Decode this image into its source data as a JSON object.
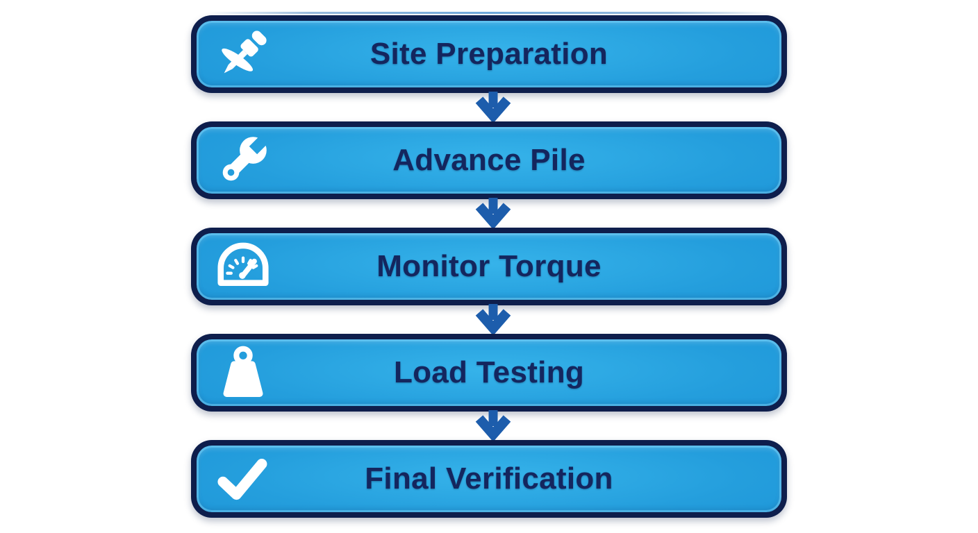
{
  "page": {
    "background": "#ffffff",
    "title": ""
  },
  "colors": {
    "box_border": "#0e1e4c",
    "box_fill_center": "#36b3ea",
    "box_fill_edge": "#1277bd",
    "inner_highlight": "#6ecdf8",
    "label_text": "#14265e",
    "arrow": "#1d5dac",
    "icon": "#ffffff"
  },
  "flow": {
    "type": "vertical-flowchart",
    "connector": "down-arrow",
    "steps": [
      {
        "label": "Site Preparation",
        "icon": "screwdriver-icon"
      },
      {
        "label": "Advance Pile",
        "icon": "wrench-icon"
      },
      {
        "label": "Monitor Torque",
        "icon": "gauge-icon"
      },
      {
        "label": "Load Testing",
        "icon": "weight-icon"
      },
      {
        "label": "Final Verification",
        "icon": "checkmark-icon"
      }
    ]
  }
}
